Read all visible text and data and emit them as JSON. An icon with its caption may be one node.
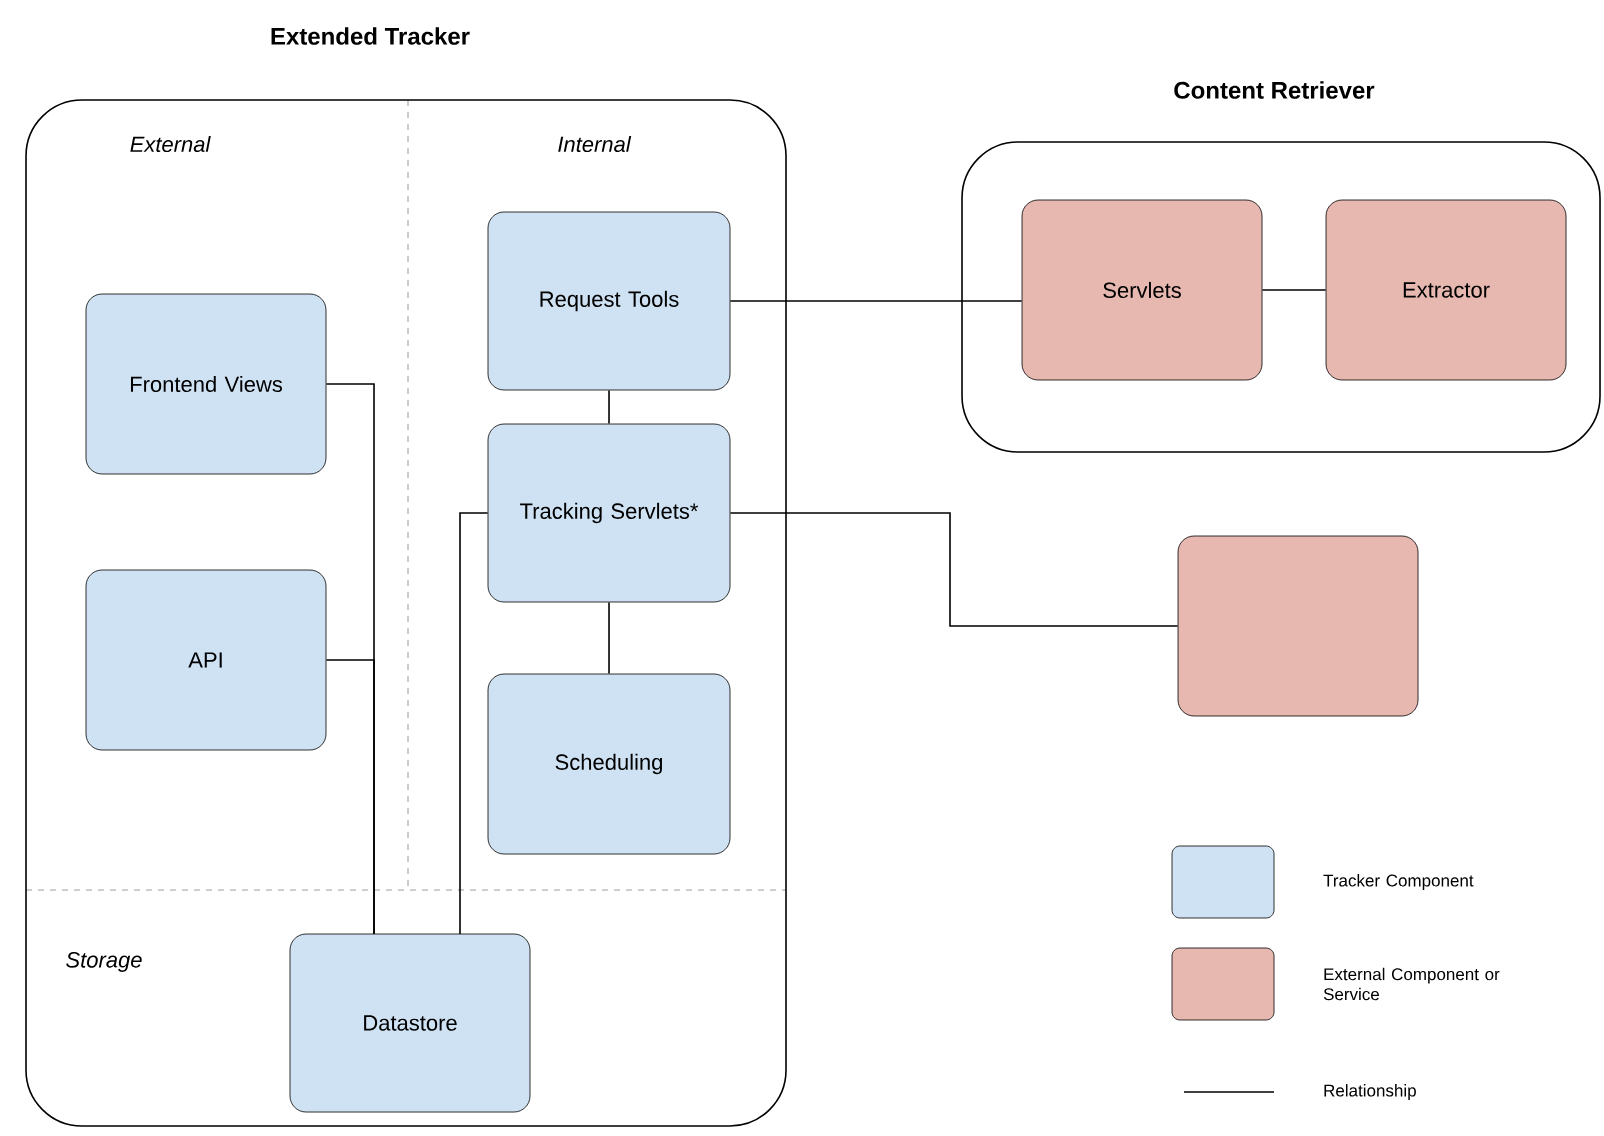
{
  "diagram": {
    "nodes": [
      {
        "text": [
          "Extended Tracker"
        ]
      },
      {
        "text": [
          "Frontend Views"
        ],
        "in": 0
      },
      {
        "text": [
          "API"
        ],
        "in": 0
      },
      {
        "text": [
          "Request Tools"
        ],
        "in": 0
      },
      {
        "text": [
          "Tracking Servlets*"
        ],
        "in": 0
      },
      {
        "text": [
          "Scheduling"
        ],
        "in": 0
      },
      {
        "text": [
          "Datastore"
        ],
        "in": 0
      },
      {
        "text": [
          "Content Retriever"
        ]
      },
      {
        "text": [
          "Servlets"
        ],
        "in": 7
      },
      {
        "text": [
          "Extractor"
        ],
        "in": 7
      },
      {
        "text": [],
        "shape": "box"
      }
    ],
    "edges": [
      {
        "from": 1,
        "to": 6,
        "arrow": "none"
      },
      {
        "from": 2,
        "to": 6,
        "arrow": "none"
      },
      {
        "from": 3,
        "to": 8,
        "arrow": "none"
      },
      {
        "from": 8,
        "to": 9,
        "arrow": "none"
      },
      {
        "from": 3,
        "to": 4,
        "arrow": "none"
      },
      {
        "from": 4,
        "to": 5,
        "arrow": "none"
      },
      {
        "from": 4,
        "to": 6,
        "arrow": "none"
      },
      {
        "from": 4,
        "to": 10,
        "arrow": "none"
      }
    ],
    "labels": [
      "External",
      "Internal",
      "Storage"
    ],
    "legend": [
      {
        "text": "Tracker Component",
        "color": "#cfe2f3"
      },
      {
        "text": "External Component or Service",
        "color": "#e6b8af"
      },
      {
        "text": "Relationship"
      }
    ]
  }
}
